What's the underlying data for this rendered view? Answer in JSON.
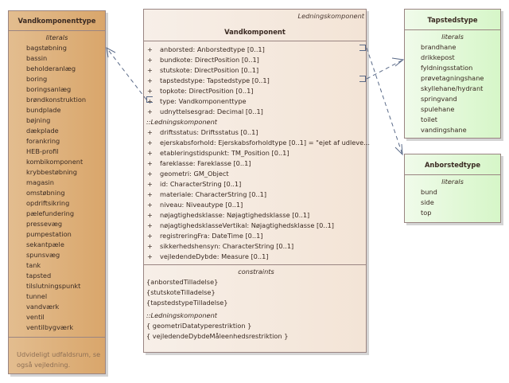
{
  "vandkomponenttype": {
    "title": "Vandkomponenttype",
    "section": "literals",
    "literals": [
      "bagstøbning",
      "bassin",
      "beholderanlæg",
      "boring",
      "boringsanlæg",
      "brøndkonstruktion",
      "bundplade",
      "bøjning",
      "dækplade",
      "forankring",
      "HEB-profil",
      "kombikomponent",
      "krybbestøbning",
      "magasin",
      "omstøbning",
      "opdriftsikring",
      "pælefundering",
      "pressevæg",
      "pumpestation",
      "sekantpæle",
      "spunsvæg",
      "tank",
      "tapsted",
      "tilslutningspunkt",
      "tunnel",
      "vandværk",
      "ventil",
      "ventilbygværk"
    ],
    "note": "Udvideligt udfaldsrum, se også vejledning."
  },
  "vandkomponent": {
    "stereotype": "Ledningskomponent",
    "title": "Vandkomponent",
    "attributes": [
      {
        "vis": "+",
        "text": "anborsted: Anborstedtype [0..1]"
      },
      {
        "vis": "+",
        "text": "bundkote: DirectPosition [0..1]"
      },
      {
        "vis": "+",
        "text": "stutskote: DirectPosition [0..1]"
      },
      {
        "vis": "+",
        "text": "tapstedstype: Tapstedstype [0..1]"
      },
      {
        "vis": "+",
        "text": "topkote: DirectPosition [0..1]"
      },
      {
        "vis": "+",
        "text": "type: Vandkomponenttype"
      },
      {
        "vis": "+",
        "text": "udnyttelsesgrad: Decimal [0..1]"
      }
    ],
    "inherited_label": "::Ledningskomponent",
    "inherited_attributes": [
      {
        "vis": "+",
        "text": "driftsstatus: Driftsstatus [0..1]"
      },
      {
        "vis": "+",
        "text": "ejerskabsforhold: Ejerskabsforholdtype [0..1] = \"ejet af udleve..."
      },
      {
        "vis": "+",
        "text": "etableringstidspunkt: TM_Position [0..1]"
      },
      {
        "vis": "+",
        "text": "fareklasse: Fareklasse [0..1]"
      },
      {
        "vis": "+",
        "text": "geometri: GM_Object"
      },
      {
        "vis": "+",
        "text": "id: CharacterString [0..1]"
      },
      {
        "vis": "+",
        "text": "materiale: CharacterString [0..1]"
      },
      {
        "vis": "+",
        "text": "niveau: Niveautype [0..1]"
      },
      {
        "vis": "+",
        "text": "nøjagtighedsklasse: Nøjagtighedsklasse [0..1]"
      },
      {
        "vis": "+",
        "text": "nøjagtighedsklasseVertikal: Nøjagtighedsklasse [0..1]"
      },
      {
        "vis": "+",
        "text": "registreringFra: DateTime [0..1]"
      },
      {
        "vis": "+",
        "text": "sikkerhedshensyn: CharacterString [0..1]"
      },
      {
        "vis": "+",
        "text": "vejledendeDybde: Measure [0..1]"
      }
    ],
    "constraints_label": "constraints",
    "constraints": [
      "{anborstedTilladelse}",
      "{stutskoteTilladelse}",
      "{tapstedstypeTilladelse}"
    ],
    "inherited_constraints_label": "::Ledningskomponent",
    "inherited_constraints": [
      "{ geometriDatatyperestriktion }",
      "{ vejledendeDybdeMåleenhedsrestriktion }"
    ]
  },
  "tapstedstype": {
    "title": "Tapstedstype",
    "section": "literals",
    "literals": [
      "brandhane",
      "drikkepost",
      "fyldningsstation",
      "prøvetagningshane",
      "skyllehane/hydrant",
      "springvand",
      "spulehane",
      "toilet",
      "vandingshane"
    ]
  },
  "anborstedtype": {
    "title": "Anborstedtype",
    "section": "literals",
    "literals": [
      "bund",
      "side",
      "top"
    ]
  },
  "colors": {
    "enum_orange": "#dcae78",
    "class_beige": "#f5e9de",
    "enum_green": "#e2f8d6",
    "border": "#9a8582",
    "connector": "#5a6a88"
  }
}
